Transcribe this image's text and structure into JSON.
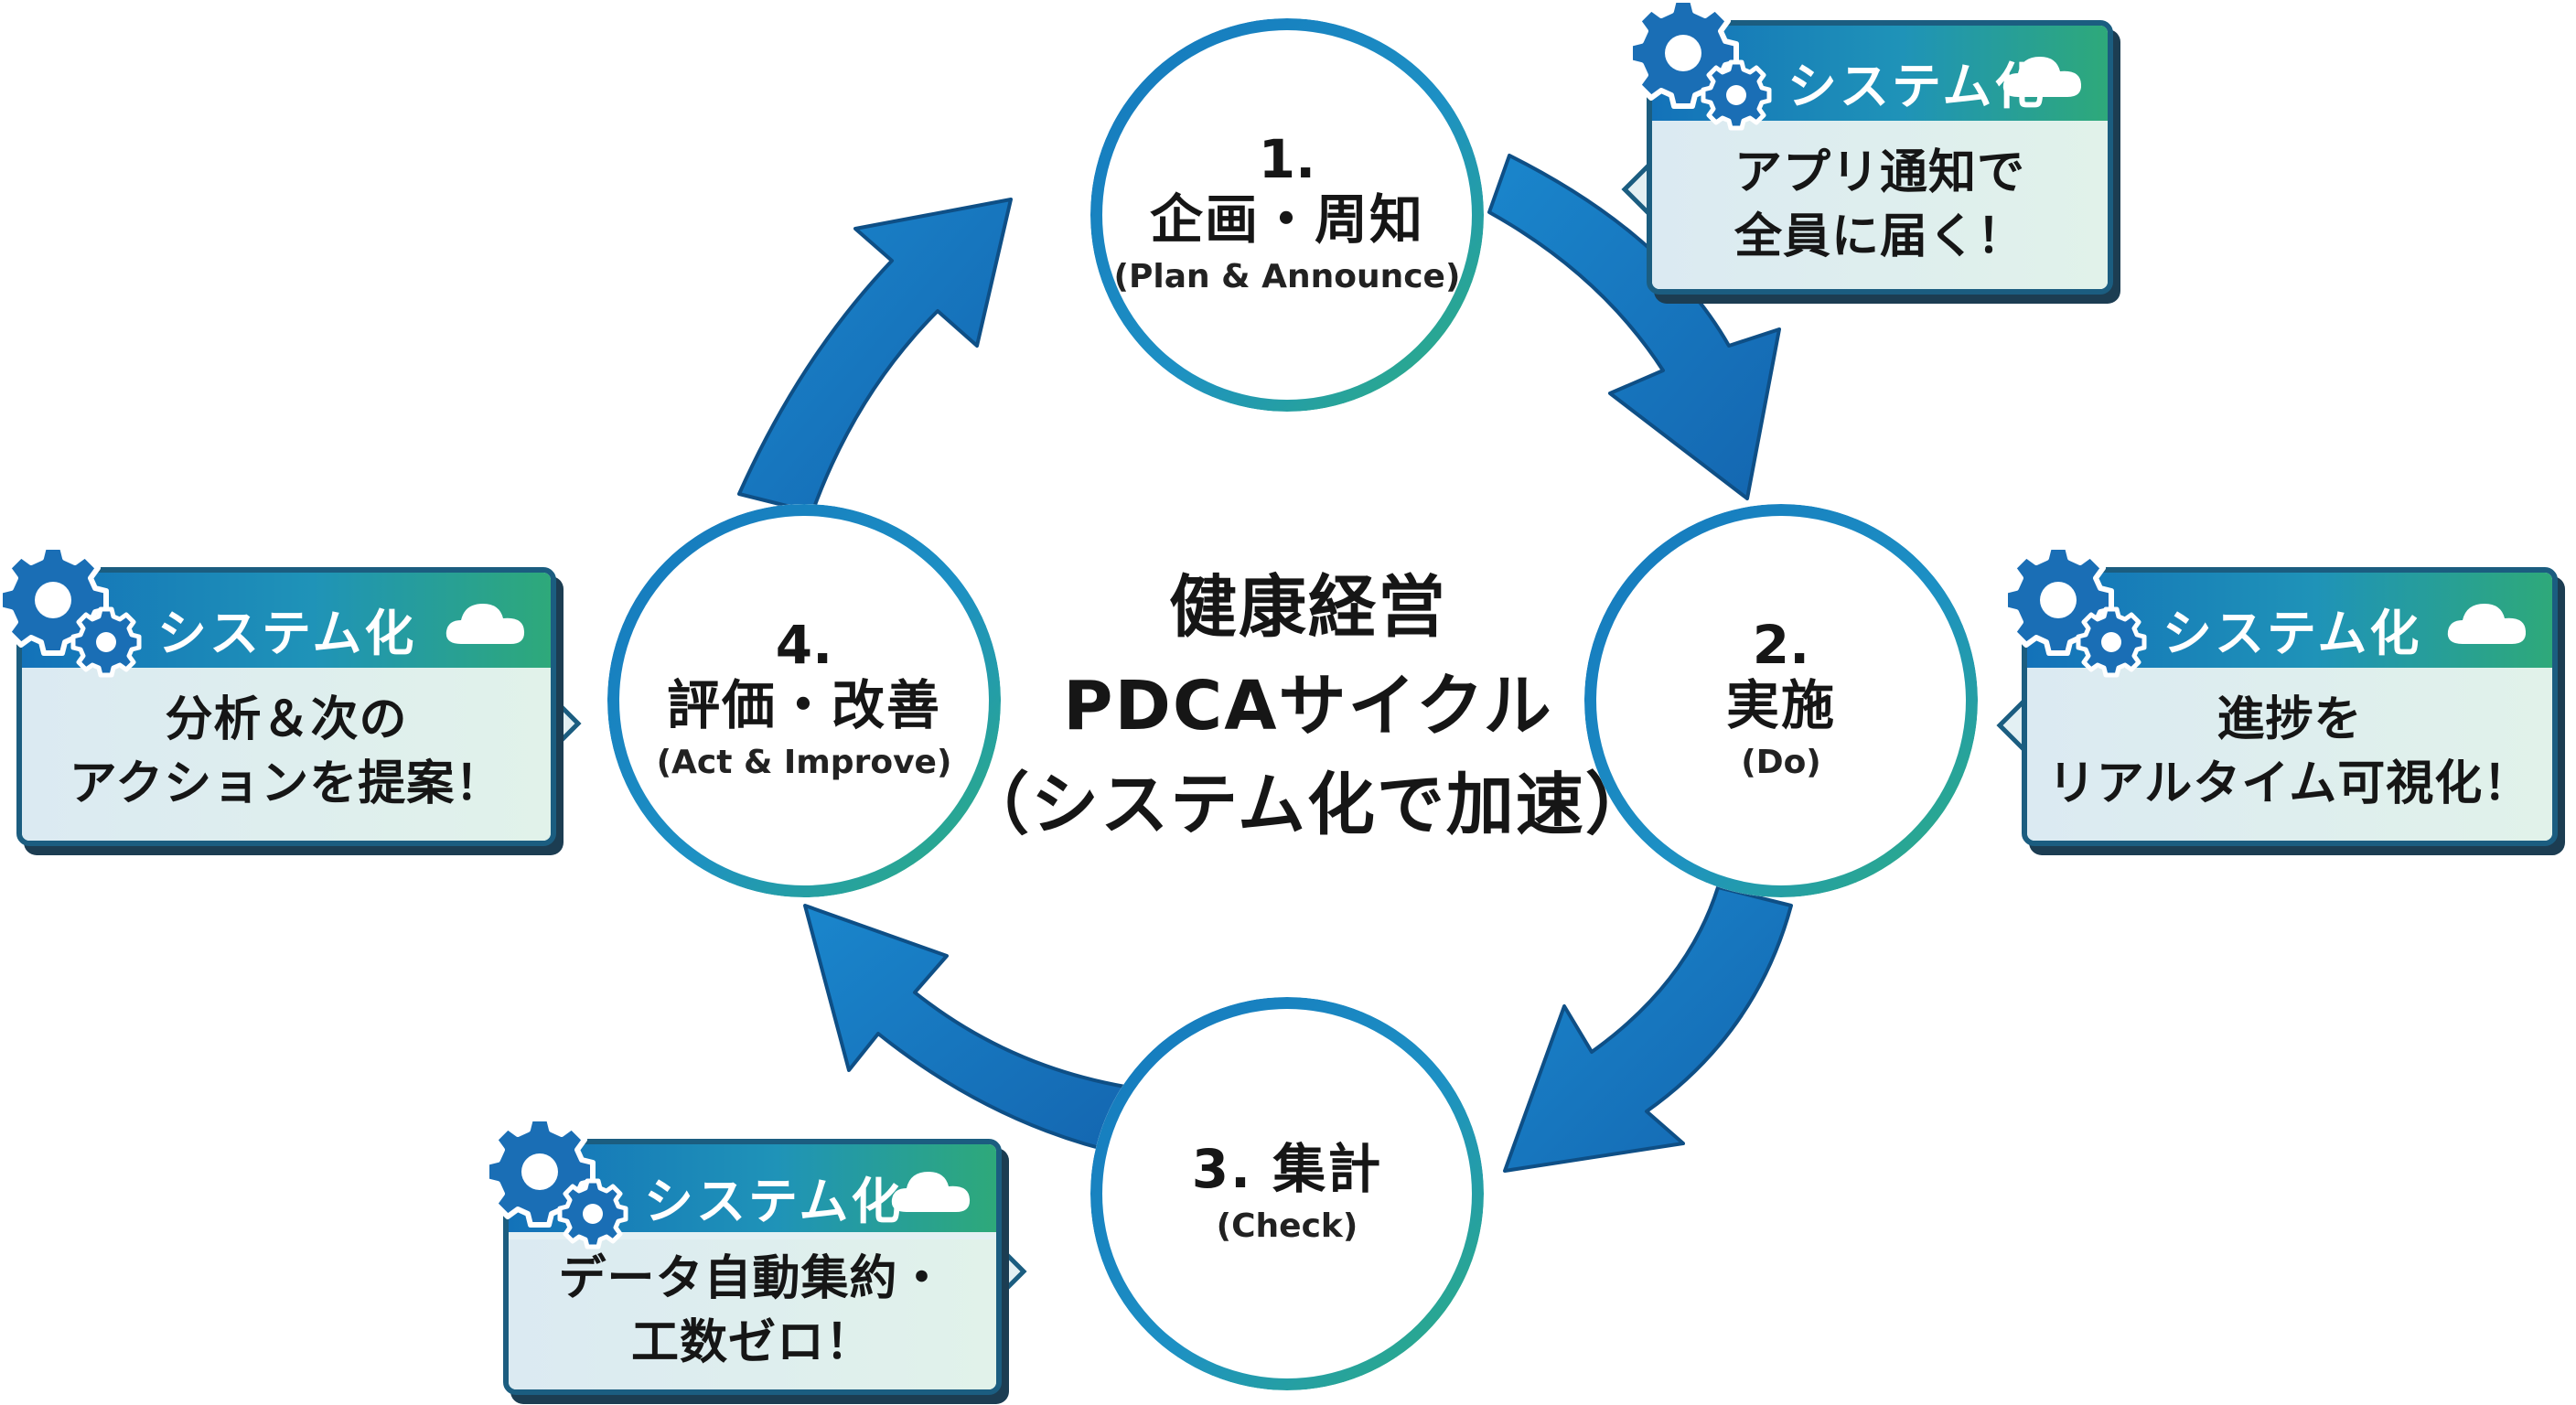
{
  "center": {
    "line1": "健康経営",
    "line2": "PDCAサイクル",
    "line3": "（システム化で加速）"
  },
  "stages": {
    "plan": {
      "num": "1.",
      "name": "企画・周知",
      "en": "(Plan & Announce)"
    },
    "do": {
      "num": "2.",
      "name": "実施",
      "en": "(Do)"
    },
    "check": {
      "name": "3. 集計",
      "en": "(Check)"
    },
    "act": {
      "num": "4.",
      "name": "評価・改善",
      "en": "(Act & Improve)"
    }
  },
  "callouts": {
    "plan": {
      "title": "システム化",
      "line1": "アプリ通知で",
      "line2": "全員に届く！"
    },
    "do": {
      "title": "システム化",
      "line1": "進捗を",
      "line2": "リアルタイム可視化！"
    },
    "check": {
      "title": "システム化",
      "line1": "データ自動集約・",
      "line2": "工数ゼロ！"
    },
    "act": {
      "title": "システム化",
      "line1": "分析＆次の",
      "line2": "アクションを提案！"
    }
  },
  "colors": {
    "arrow": "#1677c2",
    "ring_start": "#1477bd",
    "ring_end": "#2fb27a",
    "header_start": "#1372b9",
    "header_end": "#2ea97a",
    "callout_border": "#1b5d80"
  },
  "icons": [
    "gear-icon",
    "cloud-icon",
    "cycle-arrow"
  ]
}
